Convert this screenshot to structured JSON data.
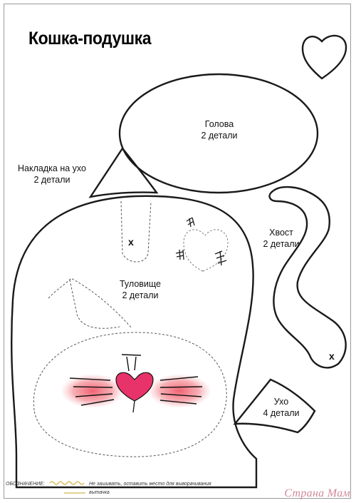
{
  "title": "Кошка-подушка",
  "pieces": {
    "head": {
      "name": "Голова",
      "count": "2 детали"
    },
    "ear_patch": {
      "name": "Накладка на ухо",
      "count": "2 детали"
    },
    "tail": {
      "name": "Хвост",
      "count": "2 детали"
    },
    "body": {
      "name": "Туловище",
      "count": "2 детали"
    },
    "ear": {
      "name": "Ухо",
      "count": "4 детали"
    }
  },
  "legend": {
    "label": "ОБОЗНАЧЕНИЕ:",
    "no_sew": "Не зашивать, оставить место  для выворачивания",
    "dart": "вытачка"
  },
  "marks": {
    "cross": "x"
  },
  "watermark": "Страна Мам",
  "colors": {
    "heart": "#e8336a",
    "blush": "#f07a86",
    "outline": "#1a1a1a"
  }
}
